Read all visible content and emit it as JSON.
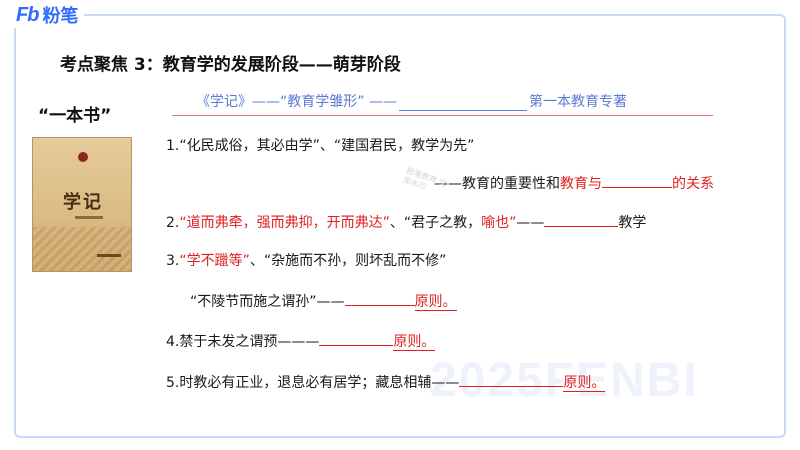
{
  "brand": {
    "mark": "Fb",
    "name": "粉笔"
  },
  "title": "考点聚焦 3：教育学的发展阶段——萌芽阶段",
  "book_label": "“一本书”",
  "book_cover_title": "学记",
  "header": {
    "left": "《学记》——“教育学雏形” ——",
    "right": "第一本教育专著"
  },
  "items": {
    "l1": "1.“化民成俗，其必由学”、“建国君民，教学为先”",
    "l1b_black": "——教育的重要性和",
    "l1b_red1": "教育与",
    "l1b_red2": "的关系",
    "l2_num": "2.",
    "l2_red": "“道而弗牵，强而弗抑，开而弗达”",
    "l2_mid": "、“君子之教，",
    "l2_red2": "喻也”",
    "l2_dash": "——",
    "l2_end": "教学",
    "l3_num": "3.",
    "l3_red": "“学不躐等”",
    "l3_rest": "、“杂施而不孙，则坏乱而不修”",
    "l3b": "“不陵节而施之谓孙”——",
    "l3b_red": "原则。",
    "l4": "4.禁于未发之谓预———",
    "l4_red": "原则。",
    "l5": "5.时教必有正业，退息必有居学；藏息相辅——",
    "l5_red": "原则。"
  },
  "watermark": "2025FENBI",
  "stamp_text": "粉笔教育 文库水印"
}
